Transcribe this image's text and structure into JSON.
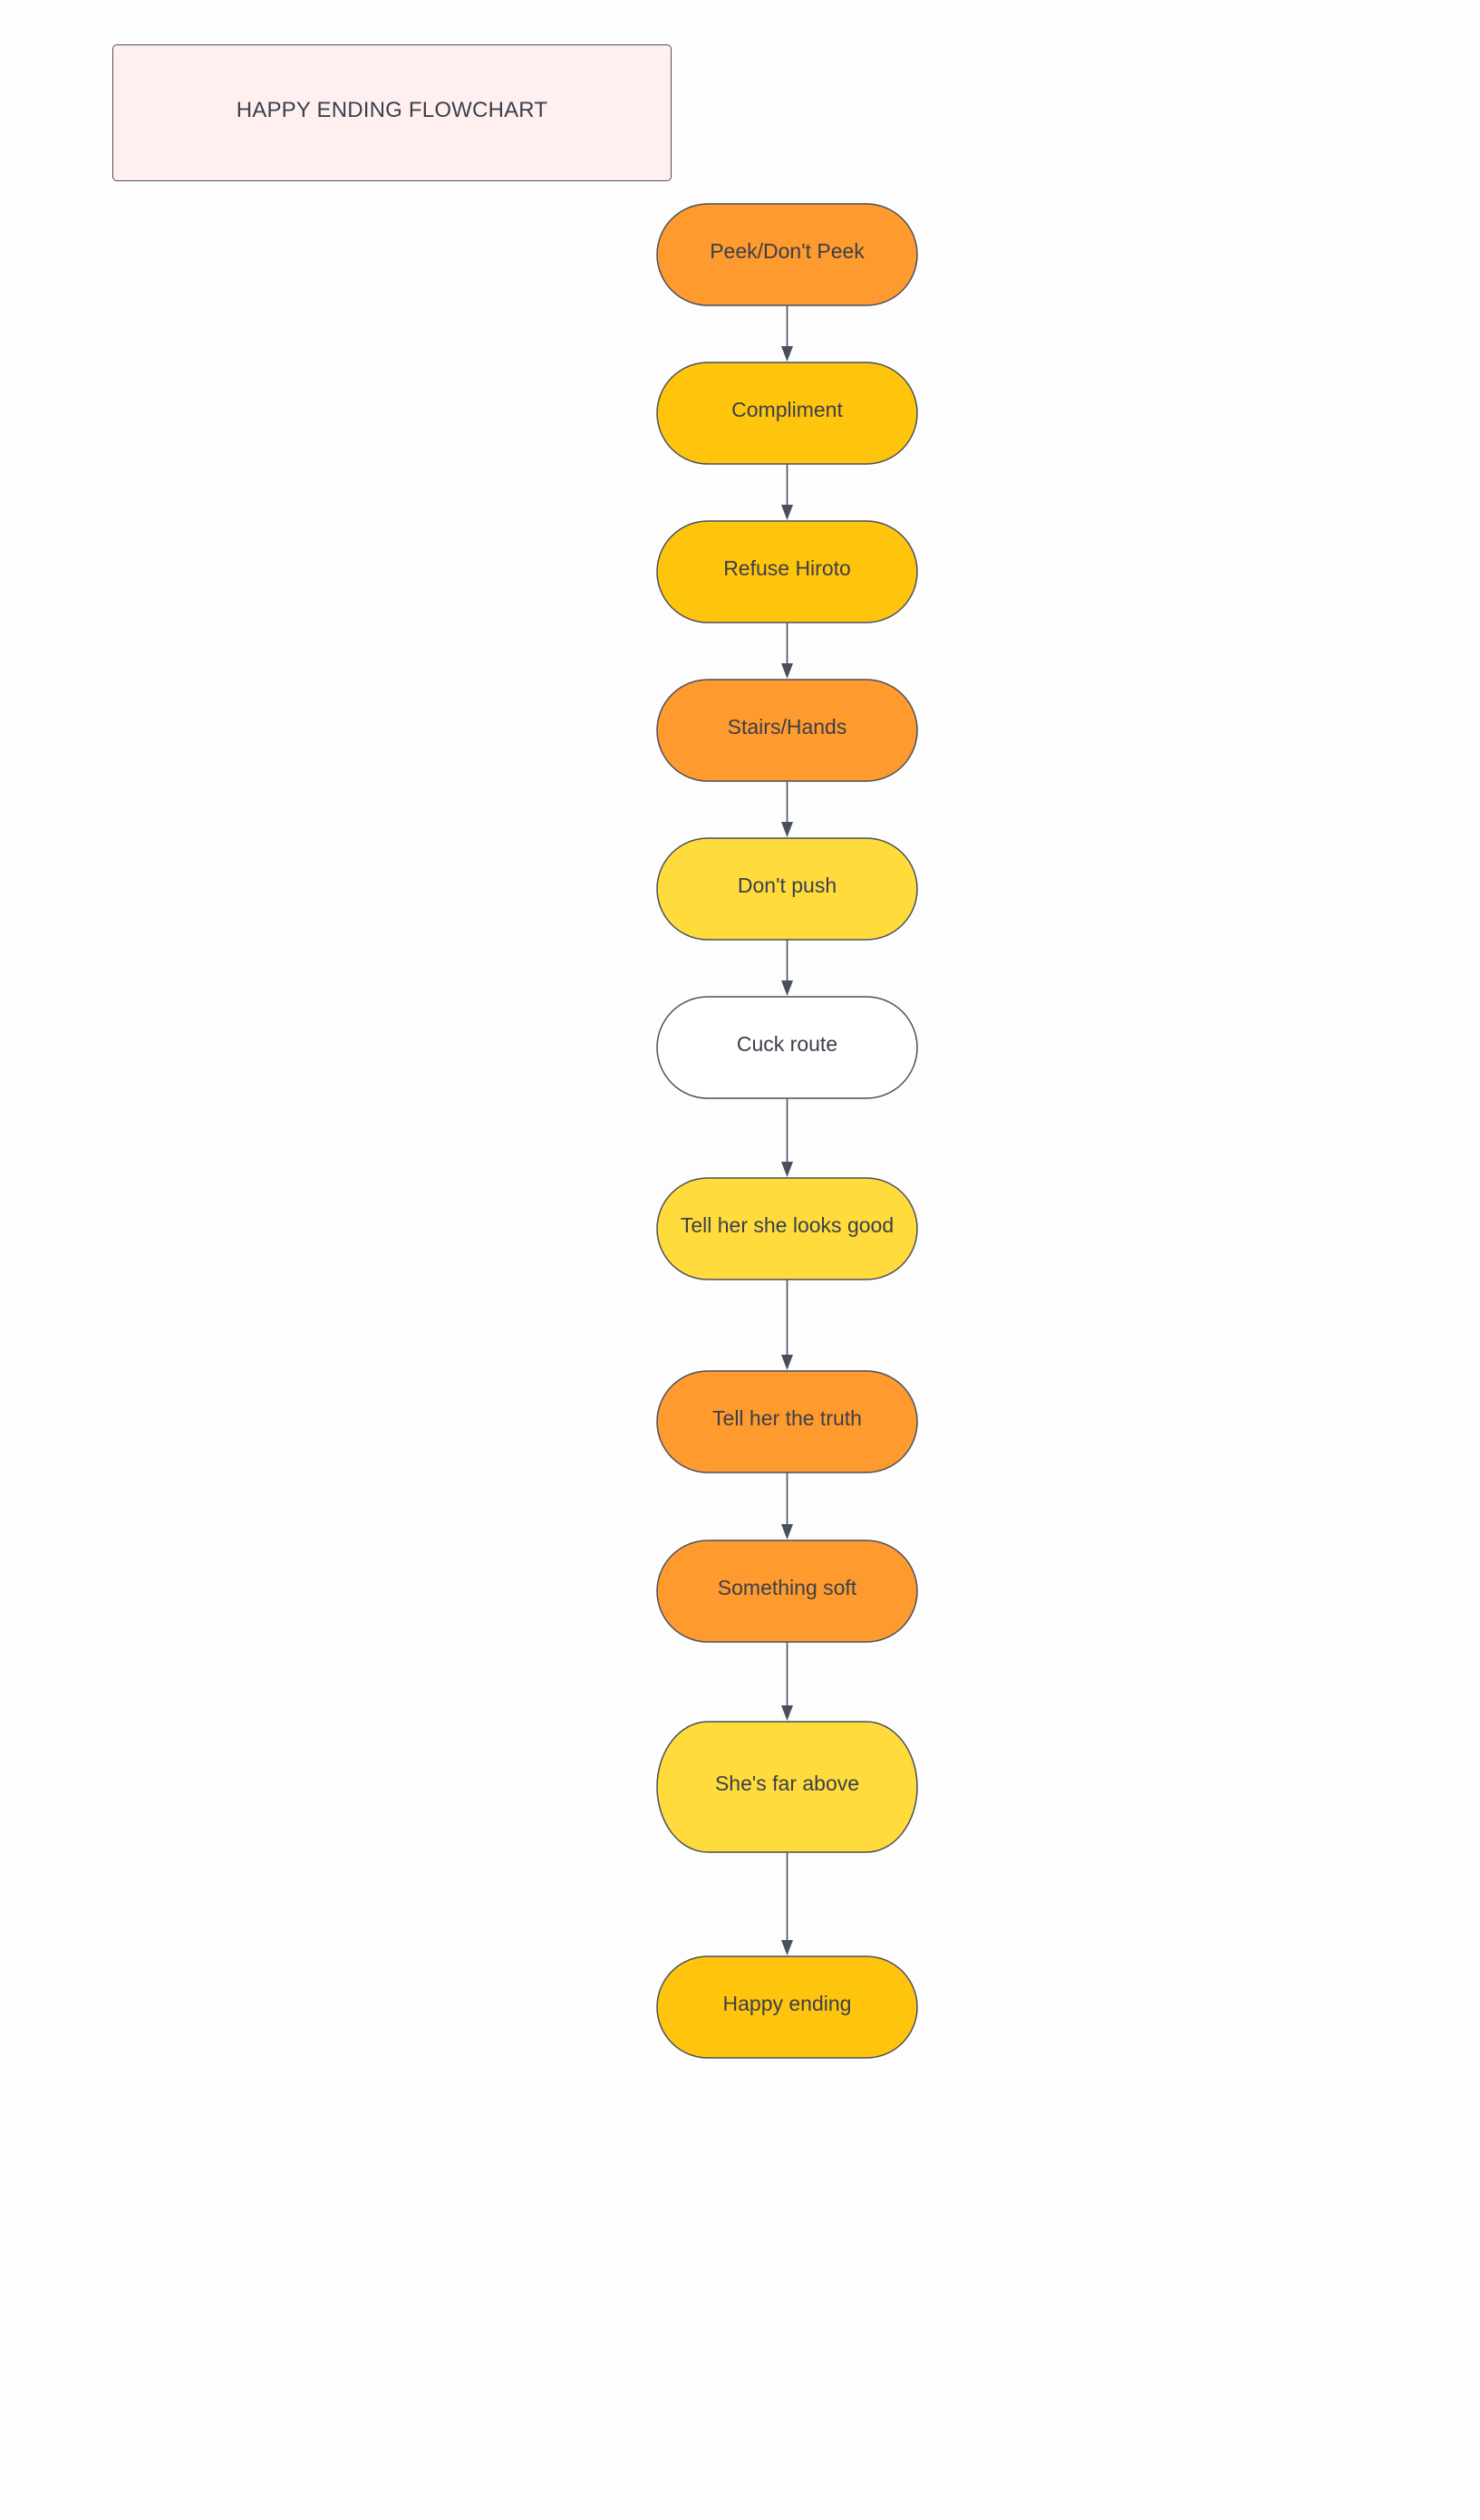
{
  "title": "HAPPY ENDING FLOWCHART",
  "colors": {
    "orange": "#ff9a2e",
    "amber": "#ffc50d",
    "yellow": "#ffdc3c",
    "white": "#ffffff",
    "title_fill": "#fff0ef",
    "stroke": "#4a4f5c",
    "text": "#3b3f4c"
  },
  "nodes": [
    {
      "id": "n1",
      "label": "Peek/Don't Peek",
      "color": "orange"
    },
    {
      "id": "n2",
      "label": "Compliment",
      "color": "amber"
    },
    {
      "id": "n3",
      "label": "Refuse Hiroto",
      "color": "amber"
    },
    {
      "id": "n4",
      "label": "Stairs/Hands",
      "color": "orange"
    },
    {
      "id": "n5",
      "label": "Don't push",
      "color": "yellow"
    },
    {
      "id": "n6",
      "label": "Cuck route",
      "color": "white"
    },
    {
      "id": "n7",
      "label": "Tell her she looks good",
      "color": "yellow"
    },
    {
      "id": "n8",
      "label": "Tell her the truth",
      "color": "orange"
    },
    {
      "id": "n9",
      "label": "Something soft",
      "color": "orange"
    },
    {
      "id": "n10",
      "label": "She's far above",
      "color": "yellow"
    },
    {
      "id": "n11",
      "label": "Happy ending",
      "color": "amber"
    }
  ],
  "edges": [
    {
      "from": "n1",
      "to": "n2"
    },
    {
      "from": "n2",
      "to": "n3"
    },
    {
      "from": "n3",
      "to": "n4"
    },
    {
      "from": "n4",
      "to": "n5"
    },
    {
      "from": "n5",
      "to": "n6"
    },
    {
      "from": "n6",
      "to": "n7"
    },
    {
      "from": "n7",
      "to": "n8"
    },
    {
      "from": "n8",
      "to": "n9"
    },
    {
      "from": "n9",
      "to": "n10"
    },
    {
      "from": "n10",
      "to": "n11"
    }
  ]
}
